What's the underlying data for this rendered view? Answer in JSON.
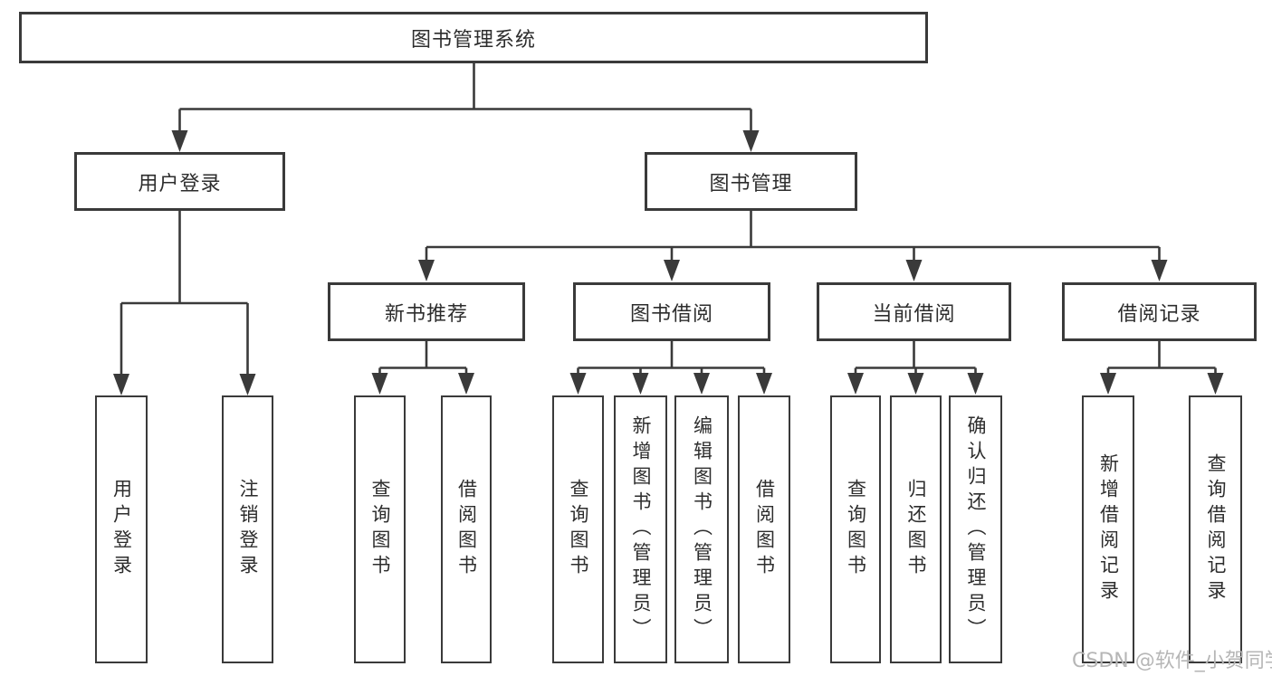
{
  "diagram": {
    "root": {
      "label": "图书管理系统"
    },
    "branches": [
      {
        "label": "用户登录",
        "children": [
          {
            "label": "用户登录"
          },
          {
            "label": "注销登录"
          }
        ]
      },
      {
        "label": "图书管理",
        "children": [
          {
            "label": "新书推荐",
            "children": [
              {
                "label": "查询图书"
              },
              {
                "label": "借阅图书"
              }
            ]
          },
          {
            "label": "图书借阅",
            "children": [
              {
                "label": "查询图书"
              },
              {
                "label": "新增图书（管理员）"
              },
              {
                "label": "编辑图书（管理员）"
              },
              {
                "label": "借阅图书"
              }
            ]
          },
          {
            "label": "当前借阅",
            "children": [
              {
                "label": "查询图书"
              },
              {
                "label": "归还图书"
              },
              {
                "label": "确认归还（管理员）"
              }
            ]
          },
          {
            "label": "借阅记录",
            "children": [
              {
                "label": "新增借阅记录"
              },
              {
                "label": "查询借阅记录"
              }
            ]
          }
        ]
      }
    ]
  },
  "watermark": {
    "text": "CSDN @软件_小贺同学"
  },
  "colors": {
    "line": "#3a3a3a",
    "text": "#2d2d2d",
    "watermark": "#b6b6b6",
    "background": "#ffffff"
  }
}
